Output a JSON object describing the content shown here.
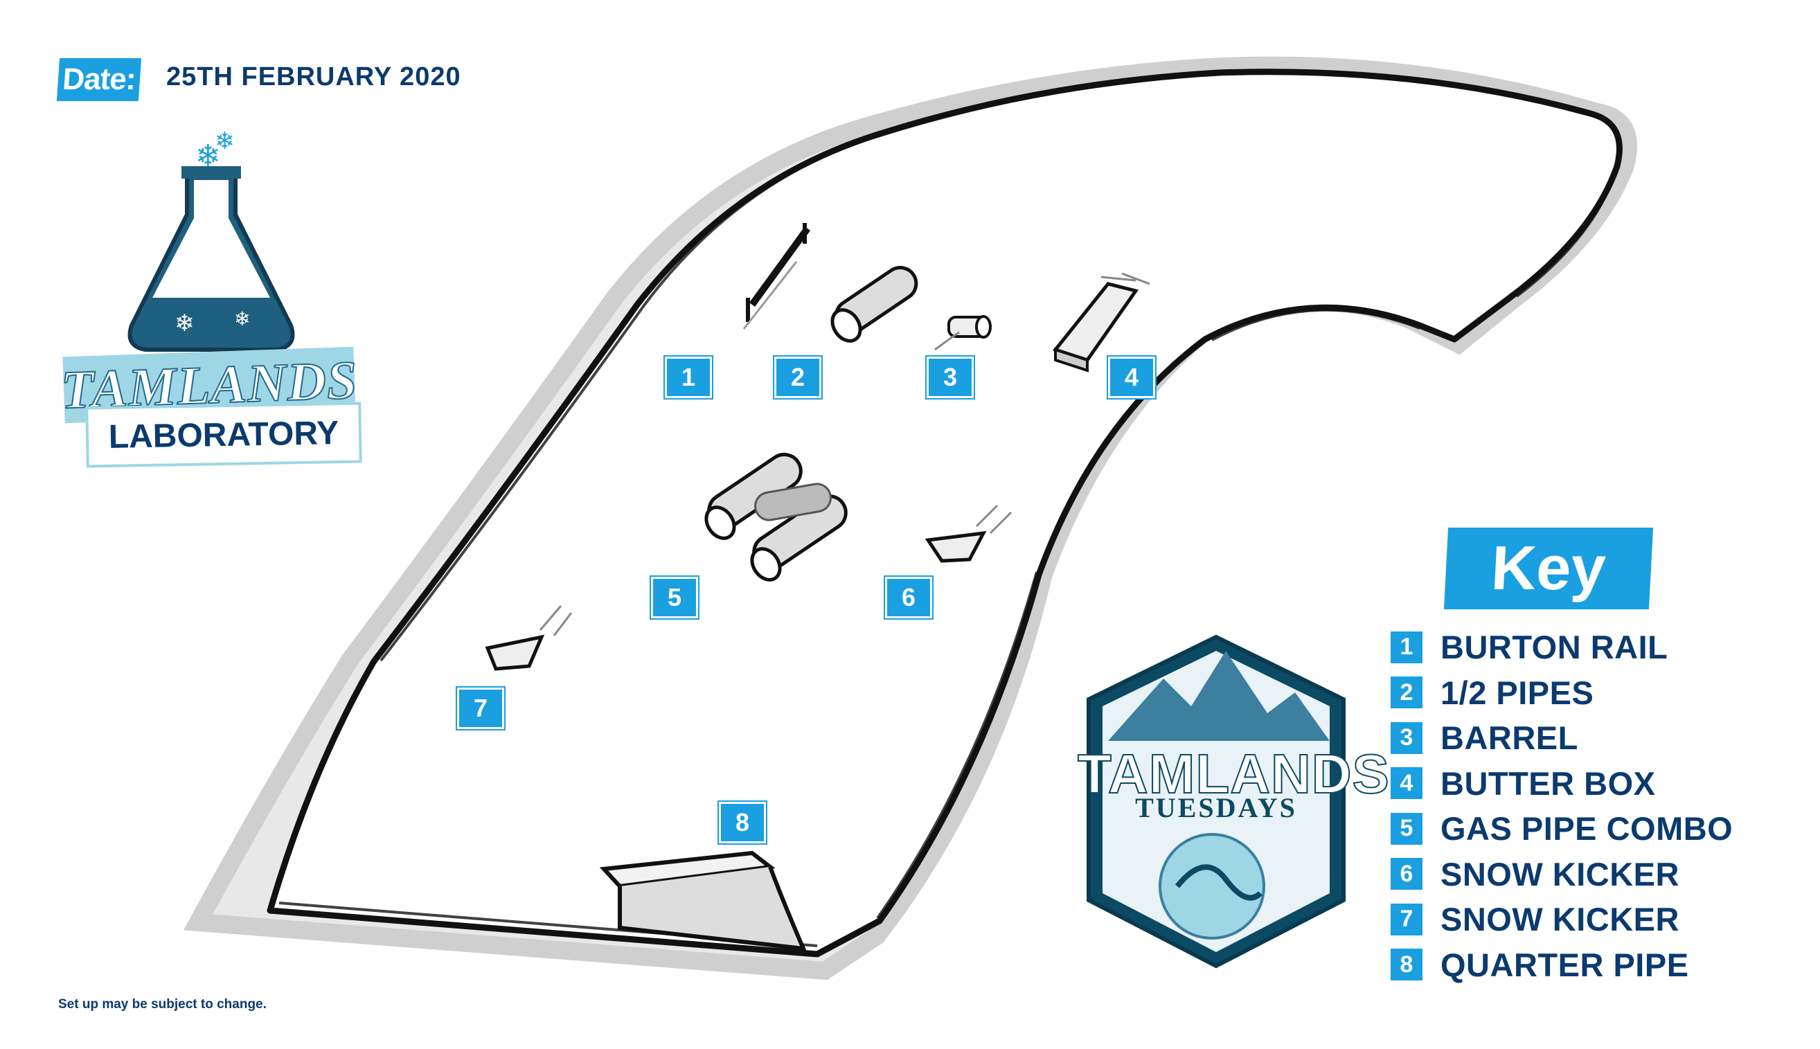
{
  "header": {
    "date_label": "Date:",
    "date_value": "25TH FEBRUARY 2020"
  },
  "lab_logo": {
    "brand": "TAMLANDS",
    "subtitle": "LABORATORY"
  },
  "map": {
    "markers": [
      "1",
      "2",
      "3",
      "4",
      "5",
      "6",
      "7",
      "8"
    ]
  },
  "key": {
    "title": "Key",
    "items": [
      {
        "num": "1",
        "label": "BURTON RAIL"
      },
      {
        "num": "2",
        "label": "1/2 PIPES"
      },
      {
        "num": "3",
        "label": "BARREL"
      },
      {
        "num": "4",
        "label": "BUTTER BOX"
      },
      {
        "num": "5",
        "label": "GAS PIPE COMBO"
      },
      {
        "num": "6",
        "label": "SNOW KICKER"
      },
      {
        "num": "7",
        "label": "SNOW KICKER"
      },
      {
        "num": "8",
        "label": "QUARTER PIPE"
      }
    ]
  },
  "badge": {
    "brand": "TAMLANDS",
    "subtitle": "TUESDAYS"
  },
  "footer": {
    "disclaimer": "Set up may be subject to change."
  },
  "colors": {
    "accent": "#1a9fe0",
    "navy": "#0b3a6e",
    "teal": "#2a6f90",
    "ice": "#9ed6e6"
  },
  "icons": [
    "flask-icon",
    "snowflake-icon",
    "mountain-badge-icon",
    "rail-icon",
    "pipe-icon",
    "barrel-icon",
    "box-icon",
    "kicker-icon",
    "quarter-pipe-icon"
  ]
}
